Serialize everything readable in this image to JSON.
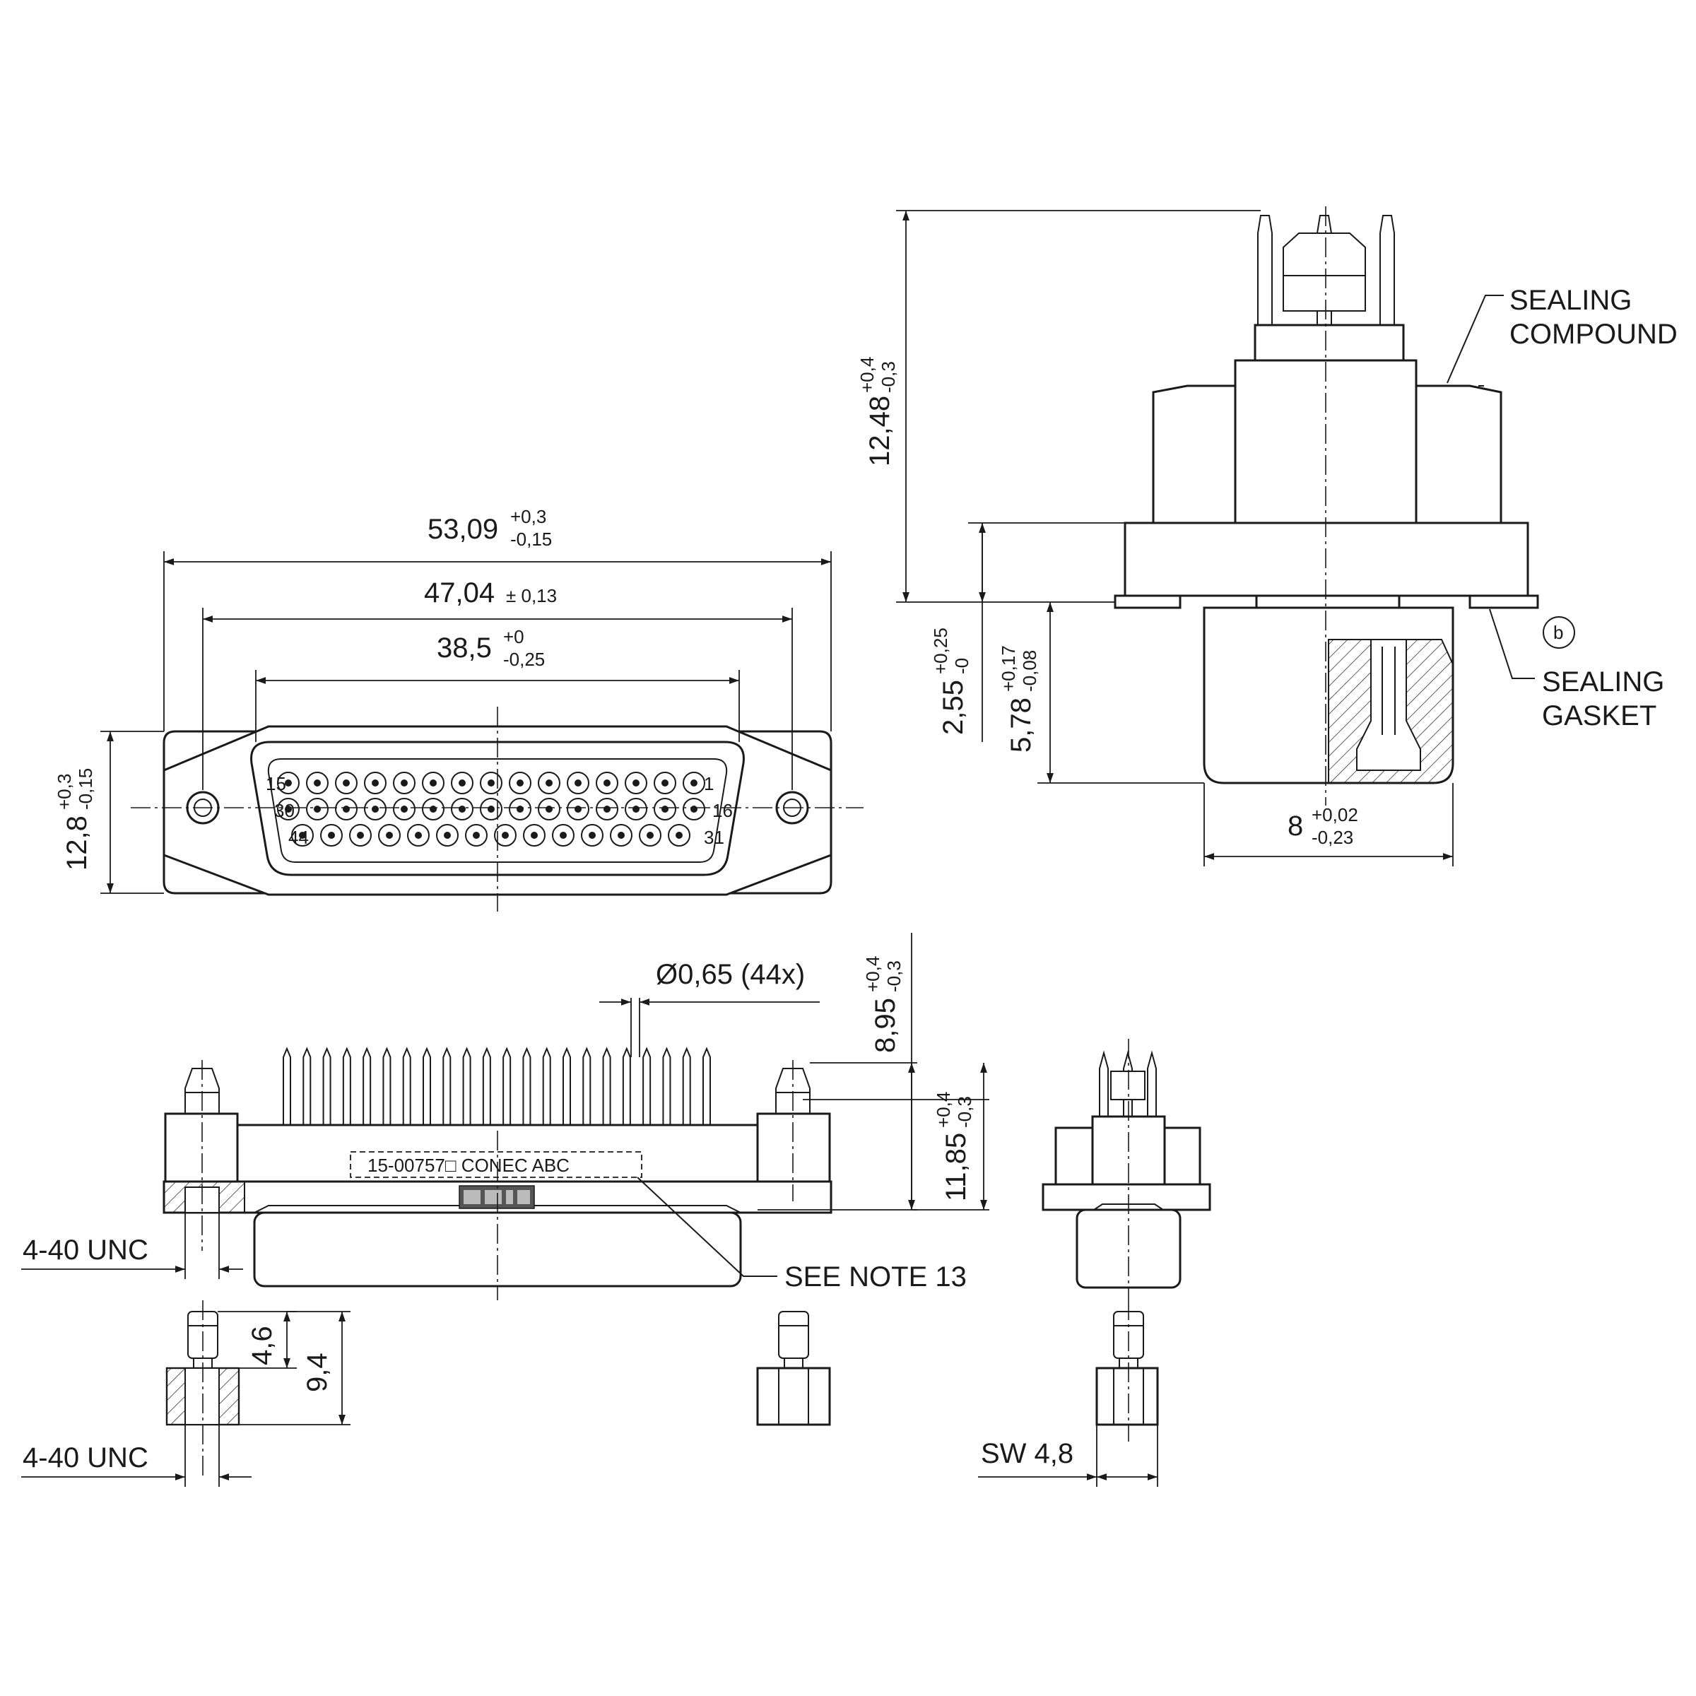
{
  "drawing": {
    "front_view": {
      "dim_overall_width": {
        "value": "53,09",
        "tol_plus": "+0,3",
        "tol_minus": "-0,15"
      },
      "dim_hole_spacing": {
        "value": "47,04",
        "tol": "± 0,13"
      },
      "dim_shell_width": {
        "value": "38,5",
        "tol_plus": "+0",
        "tol_minus": "-0,25"
      },
      "dim_height": {
        "value": "12,8",
        "tol_plus": "+0,3",
        "tol_minus": "-0,15"
      },
      "pin_numbers": {
        "p1": "1",
        "p15": "15",
        "p16": "16",
        "p30": "30",
        "p31": "31",
        "p44": "44"
      },
      "contact_count": 44
    },
    "side_view": {
      "dim_total_height": {
        "value": "12,48",
        "tol_plus": "+0,4",
        "tol_minus": "-0,3"
      },
      "dim_flange": {
        "value": "2,55",
        "tol_plus": "+0,25",
        "tol_minus": "-0"
      },
      "dim_shell_depth": {
        "value": "5,78",
        "tol_plus": "+0,17",
        "tol_minus": "-0,08"
      },
      "dim_shell_width": {
        "value": "8",
        "tol_plus": "+0,02",
        "tol_minus": "-0,23"
      },
      "label_sealing_compound": [
        "SEALING",
        "COMPOUND"
      ],
      "label_sealing_gasket": [
        "SEALING",
        "GASKET"
      ],
      "callout_b": "b"
    },
    "bottom_view": {
      "dim_pin_diameter": "Ø0,65 (44x)",
      "dim_pin_length": {
        "value": "8,95",
        "tol_plus": "+0,4",
        "tol_minus": "-0,3"
      },
      "dim_overall_height": {
        "value": "11,85",
        "tol_plus": "+0,4",
        "tol_minus": "-0,3"
      },
      "thread_label_top": "4-40 UNC",
      "marking_text": "15-00757□  CONEC  ABC",
      "note_label": "SEE NOTE 13"
    },
    "screw_lock": {
      "dim_thread_length": "4,6",
      "dim_total_length": "9,4",
      "thread_label_bottom": "4-40 UNC",
      "wrench_size": "SW 4,8"
    }
  }
}
